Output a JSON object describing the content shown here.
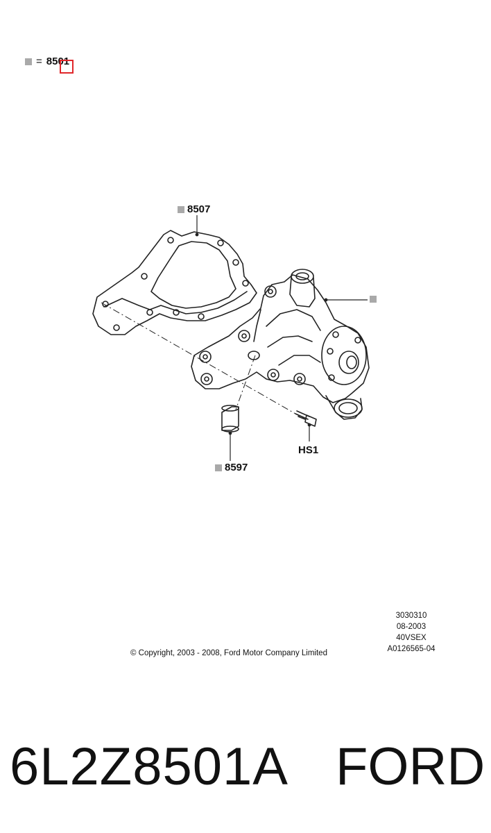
{
  "legend": {
    "equals": "=",
    "part": "8501"
  },
  "callouts": {
    "gasket": "8507",
    "pump": "",
    "dowel": "8597",
    "bolt": "HS1"
  },
  "meta": {
    "line1": "3030310",
    "line2": "08-2003",
    "line3": "40VSEX",
    "line4": "A0126565-04"
  },
  "copyright": "© Copyright, 2003 - 2008, Ford Motor Company Limited",
  "footer": {
    "part_number": "6L2Z8501A",
    "brand": "FORD"
  },
  "colors": {
    "legend_square": "#a9a9a9",
    "highlight_box": "#e0262a",
    "line_art": "#222222"
  }
}
